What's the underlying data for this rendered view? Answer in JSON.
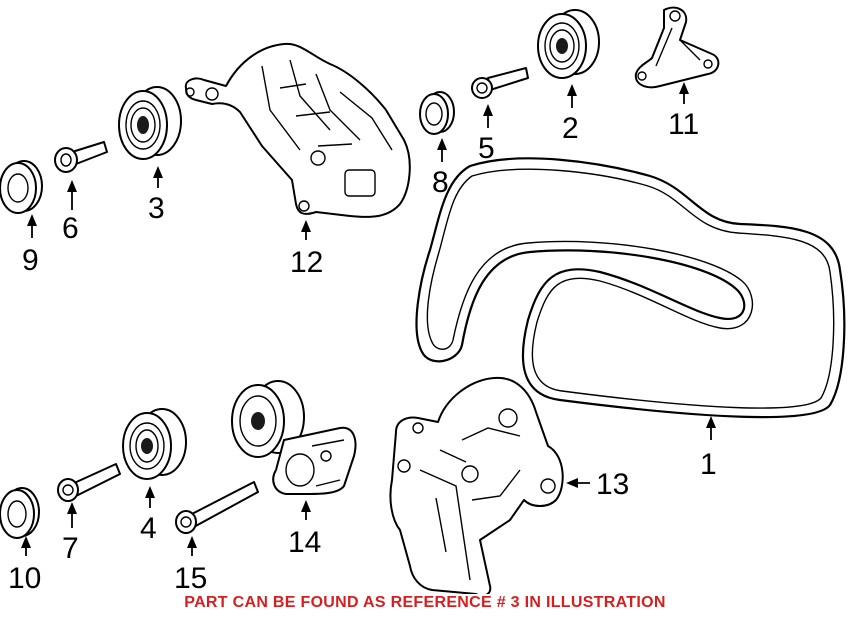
{
  "diagram": {
    "callouts": [
      "1",
      "2",
      "3",
      "4",
      "5",
      "6",
      "7",
      "8",
      "9",
      "10",
      "11",
      "12",
      "13",
      "14",
      "15"
    ],
    "note": "PART CAN BE FOUND AS REFERENCE # 3 IN ILLUSTRATION",
    "note_color": "#d42020"
  }
}
